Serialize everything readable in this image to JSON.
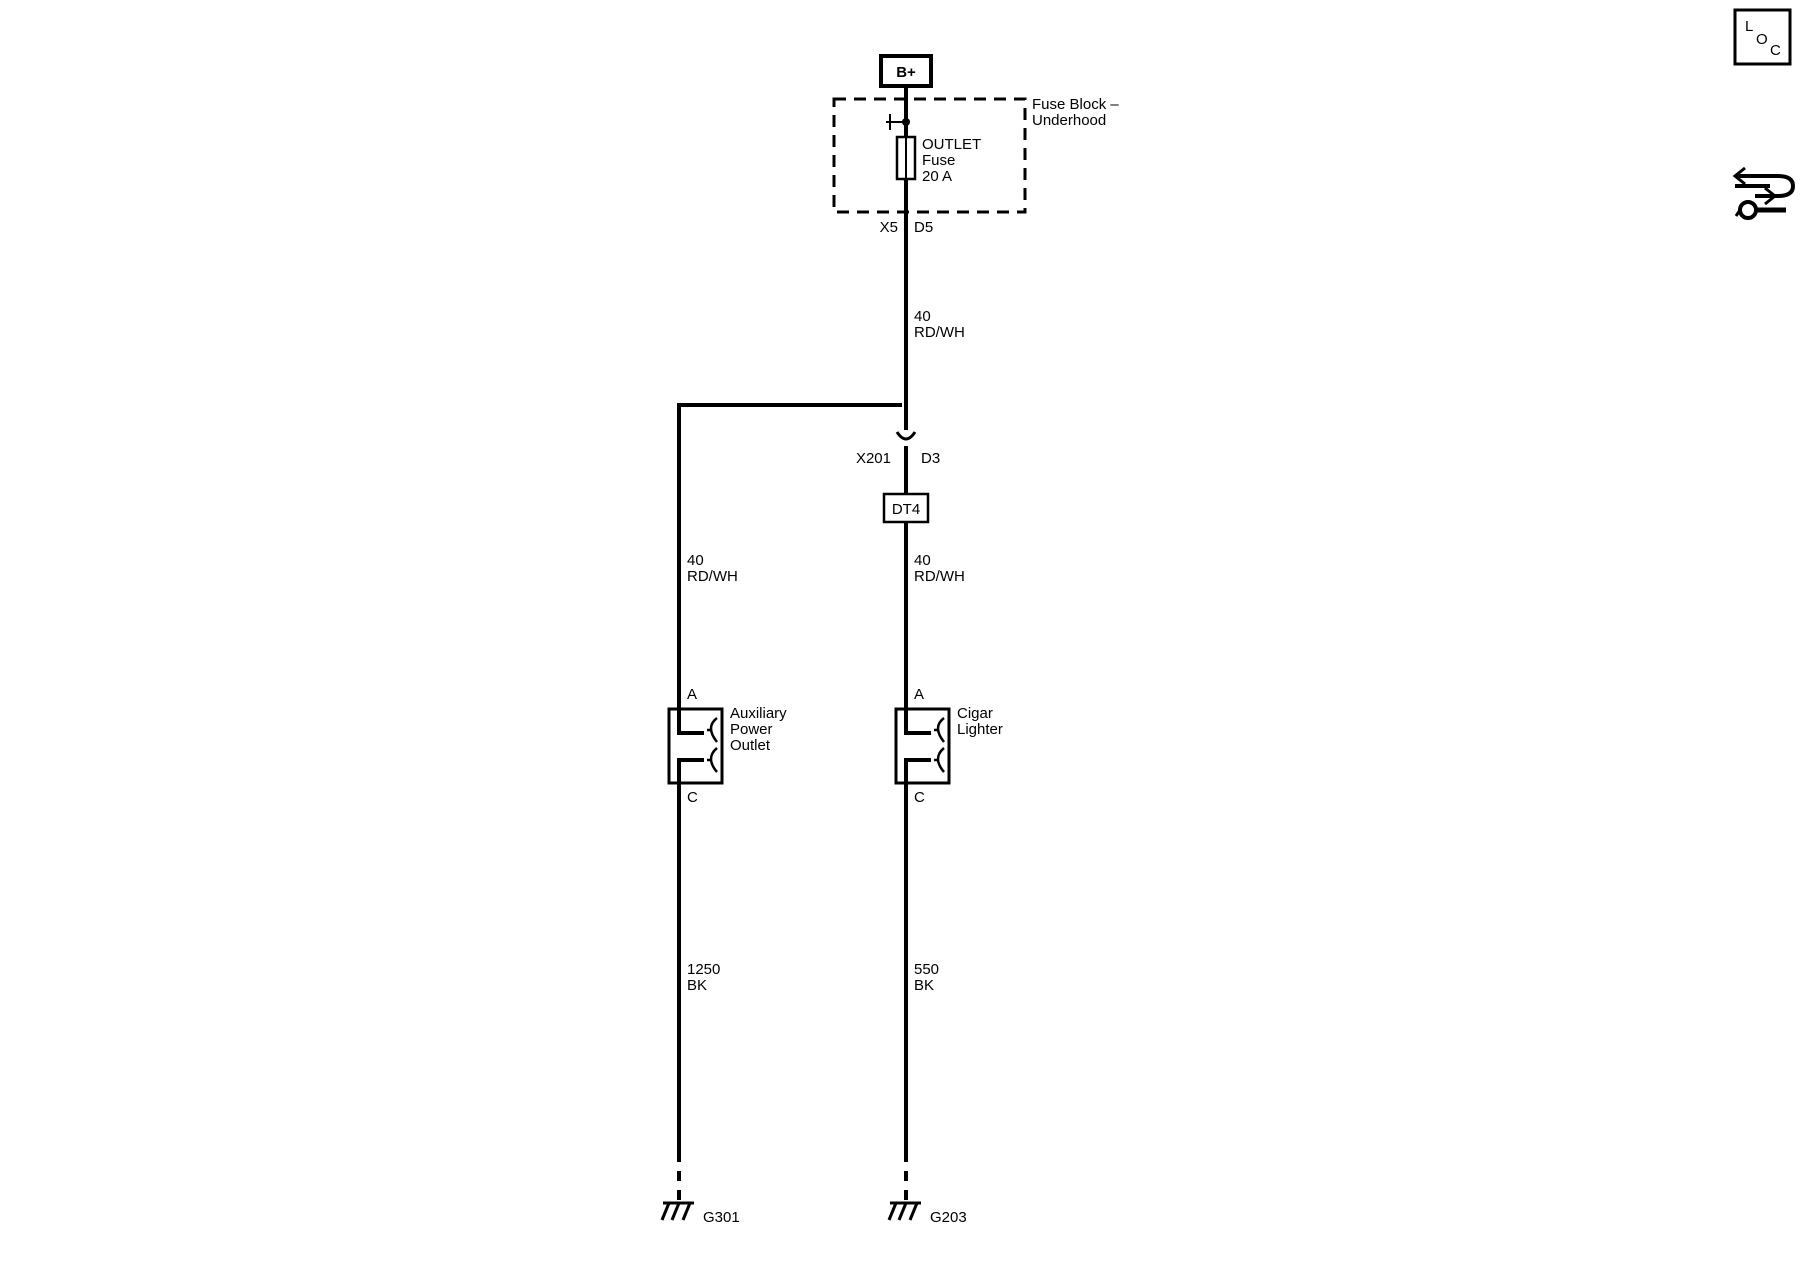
{
  "power_source": {
    "label": "B+"
  },
  "fuse_block": {
    "label_line1": "Fuse Block –",
    "label_line2": "Underhood",
    "fuse_name": "OUTLET",
    "fuse_word": "Fuse",
    "fuse_rating": "20 A",
    "connector": "X5",
    "pin": "D5"
  },
  "wire_main": {
    "gauge": "40",
    "color": "RD/WH"
  },
  "inline_connector": {
    "connector": "X201",
    "pin": "D3"
  },
  "splice_pack": {
    "label": "DT4"
  },
  "left_branch": {
    "wire_gauge": "40",
    "wire_color": "RD/WH",
    "pin_top": "A",
    "device_line1": "Auxiliary",
    "device_line2": "Power",
    "device_line3": "Outlet",
    "pin_bottom": "C",
    "ground_wire_gauge": "1250",
    "ground_wire_color": "BK",
    "ground": "G301"
  },
  "right_branch": {
    "wire_gauge": "40",
    "wire_color": "RD/WH",
    "pin_top": "A",
    "device_line1": "Cigar",
    "device_line2": "Lighter",
    "pin_bottom": "C",
    "ground_wire_gauge": "550",
    "ground_wire_color": "BK",
    "ground": "G203"
  },
  "loc_icon": {
    "l": "L",
    "o": "O",
    "c": "C"
  },
  "icons": [
    "loc-icon",
    "wire-routing-icon",
    "ground-icon",
    "fuse-icon",
    "outlet-icon"
  ]
}
